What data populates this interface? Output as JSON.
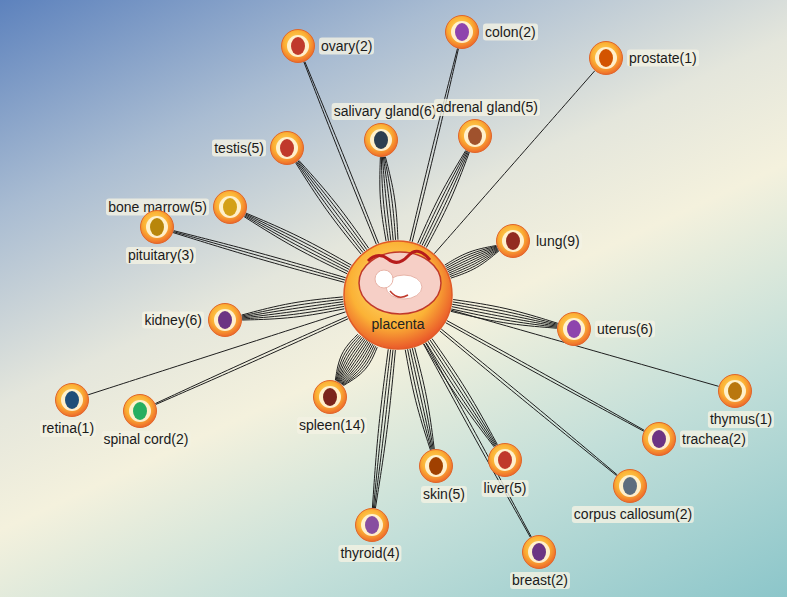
{
  "diagram": {
    "nodes": [
      {
        "text": [
          "ovary(2)"
        ]
      },
      {
        "text": [
          "colon(2)"
        ]
      },
      {
        "text": [
          "prostate(1)"
        ]
      },
      {
        "text": [
          "salivary gland(6)"
        ]
      },
      {
        "text": [
          "adrenal gland(5)"
        ]
      },
      {
        "text": [
          "testis(5)"
        ]
      },
      {
        "text": [
          "bone marrow(5)"
        ]
      },
      {
        "text": [
          "pituitary(3)"
        ]
      },
      {
        "text": [
          "lung(9)"
        ]
      },
      {
        "text": [
          "kidney(6)"
        ]
      },
      {
        "text": [
          "placenta"
        ]
      },
      {
        "text": [
          "uterus(6)"
        ]
      },
      {
        "text": [
          "retina(1)"
        ]
      },
      {
        "text": [
          "spinal cord(2)"
        ]
      },
      {
        "text": [
          "spleen(14)"
        ]
      },
      {
        "text": [
          "thymus(1)"
        ]
      },
      {
        "text": [
          "trachea(2)"
        ]
      },
      {
        "text": [
          "skin(5)"
        ]
      },
      {
        "text": [
          "liver(5)"
        ]
      },
      {
        "text": [
          "corpus callosum(2)"
        ]
      },
      {
        "text": [
          "thyroid(4)"
        ]
      },
      {
        "text": [
          "breast(2)"
        ]
      }
    ],
    "edges": [
      {
        "from": 0,
        "to": 10,
        "arrow": "none"
      },
      {
        "from": 0,
        "to": 10,
        "arrow": "none"
      },
      {
        "from": 1,
        "to": 10,
        "arrow": "none"
      },
      {
        "from": 1,
        "to": 10,
        "arrow": "none"
      },
      {
        "from": 2,
        "to": 10,
        "arrow": "none"
      },
      {
        "from": 3,
        "to": 10,
        "arrow": "none"
      },
      {
        "from": 3,
        "to": 10,
        "arrow": "none"
      },
      {
        "from": 3,
        "to": 10,
        "arrow": "none"
      },
      {
        "from": 3,
        "to": 10,
        "arrow": "none"
      },
      {
        "from": 3,
        "to": 10,
        "arrow": "none"
      },
      {
        "from": 3,
        "to": 10,
        "arrow": "none"
      },
      {
        "from": 4,
        "to": 10,
        "arrow": "none"
      },
      {
        "from": 4,
        "to": 10,
        "arrow": "none"
      },
      {
        "from": 4,
        "to": 10,
        "arrow": "none"
      },
      {
        "from": 4,
        "to": 10,
        "arrow": "none"
      },
      {
        "from": 4,
        "to": 10,
        "arrow": "none"
      },
      {
        "from": 5,
        "to": 10,
        "arrow": "none"
      },
      {
        "from": 5,
        "to": 10,
        "arrow": "none"
      },
      {
        "from": 5,
        "to": 10,
        "arrow": "none"
      },
      {
        "from": 5,
        "to": 10,
        "arrow": "none"
      },
      {
        "from": 5,
        "to": 10,
        "arrow": "none"
      },
      {
        "from": 6,
        "to": 10,
        "arrow": "none"
      },
      {
        "from": 6,
        "to": 10,
        "arrow": "none"
      },
      {
        "from": 6,
        "to": 10,
        "arrow": "none"
      },
      {
        "from": 6,
        "to": 10,
        "arrow": "none"
      },
      {
        "from": 6,
        "to": 10,
        "arrow": "none"
      },
      {
        "from": 7,
        "to": 10,
        "arrow": "none"
      },
      {
        "from": 7,
        "to": 10,
        "arrow": "none"
      },
      {
        "from": 7,
        "to": 10,
        "arrow": "none"
      },
      {
        "from": 8,
        "to": 10,
        "arrow": "none"
      },
      {
        "from": 8,
        "to": 10,
        "arrow": "none"
      },
      {
        "from": 8,
        "to": 10,
        "arrow": "none"
      },
      {
        "from": 8,
        "to": 10,
        "arrow": "none"
      },
      {
        "from": 8,
        "to": 10,
        "arrow": "none"
      },
      {
        "from": 8,
        "to": 10,
        "arrow": "none"
      },
      {
        "from": 8,
        "to": 10,
        "arrow": "none"
      },
      {
        "from": 8,
        "to": 10,
        "arrow": "none"
      },
      {
        "from": 8,
        "to": 10,
        "arrow": "none"
      },
      {
        "from": 9,
        "to": 10,
        "arrow": "none"
      },
      {
        "from": 9,
        "to": 10,
        "arrow": "none"
      },
      {
        "from": 9,
        "to": 10,
        "arrow": "none"
      },
      {
        "from": 9,
        "to": 10,
        "arrow": "none"
      },
      {
        "from": 9,
        "to": 10,
        "arrow": "none"
      },
      {
        "from": 9,
        "to": 10,
        "arrow": "none"
      },
      {
        "from": 11,
        "to": 10,
        "arrow": "none"
      },
      {
        "from": 11,
        "to": 10,
        "arrow": "none"
      },
      {
        "from": 11,
        "to": 10,
        "arrow": "none"
      },
      {
        "from": 11,
        "to": 10,
        "arrow": "none"
      },
      {
        "from": 11,
        "to": 10,
        "arrow": "none"
      },
      {
        "from": 11,
        "to": 10,
        "arrow": "none"
      },
      {
        "from": 12,
        "to": 10,
        "arrow": "none"
      },
      {
        "from": 13,
        "to": 10,
        "arrow": "none"
      },
      {
        "from": 13,
        "to": 10,
        "arrow": "none"
      },
      {
        "from": 14,
        "to": 10,
        "arrow": "none"
      },
      {
        "from": 14,
        "to": 10,
        "arrow": "none"
      },
      {
        "from": 14,
        "to": 10,
        "arrow": "none"
      },
      {
        "from": 14,
        "to": 10,
        "arrow": "none"
      },
      {
        "from": 14,
        "to": 10,
        "arrow": "none"
      },
      {
        "from": 14,
        "to": 10,
        "arrow": "none"
      },
      {
        "from": 14,
        "to": 10,
        "arrow": "none"
      },
      {
        "from": 14,
        "to": 10,
        "arrow": "none"
      },
      {
        "from": 14,
        "to": 10,
        "arrow": "none"
      },
      {
        "from": 14,
        "to": 10,
        "arrow": "none"
      },
      {
        "from": 14,
        "to": 10,
        "arrow": "none"
      },
      {
        "from": 14,
        "to": 10,
        "arrow": "none"
      },
      {
        "from": 14,
        "to": 10,
        "arrow": "none"
      },
      {
        "from": 14,
        "to": 10,
        "arrow": "none"
      },
      {
        "from": 15,
        "to": 10,
        "arrow": "none"
      },
      {
        "from": 16,
        "to": 10,
        "arrow": "none"
      },
      {
        "from": 16,
        "to": 10,
        "arrow": "none"
      },
      {
        "from": 17,
        "to": 10,
        "arrow": "none"
      },
      {
        "from": 17,
        "to": 10,
        "arrow": "none"
      },
      {
        "from": 17,
        "to": 10,
        "arrow": "none"
      },
      {
        "from": 17,
        "to": 10,
        "arrow": "none"
      },
      {
        "from": 17,
        "to": 10,
        "arrow": "none"
      },
      {
        "from": 18,
        "to": 10,
        "arrow": "none"
      },
      {
        "from": 18,
        "to": 10,
        "arrow": "none"
      },
      {
        "from": 18,
        "to": 10,
        "arrow": "none"
      },
      {
        "from": 18,
        "to": 10,
        "arrow": "none"
      },
      {
        "from": 18,
        "to": 10,
        "arrow": "none"
      },
      {
        "from": 19,
        "to": 10,
        "arrow": "none"
      },
      {
        "from": 19,
        "to": 10,
        "arrow": "none"
      },
      {
        "from": 20,
        "to": 10,
        "arrow": "none"
      },
      {
        "from": 20,
        "to": 10,
        "arrow": "none"
      },
      {
        "from": 20,
        "to": 10,
        "arrow": "none"
      },
      {
        "from": 20,
        "to": 10,
        "arrow": "none"
      },
      {
        "from": 21,
        "to": 10,
        "arrow": "none"
      },
      {
        "from": 21,
        "to": 10,
        "arrow": "none"
      }
    ]
  }
}
